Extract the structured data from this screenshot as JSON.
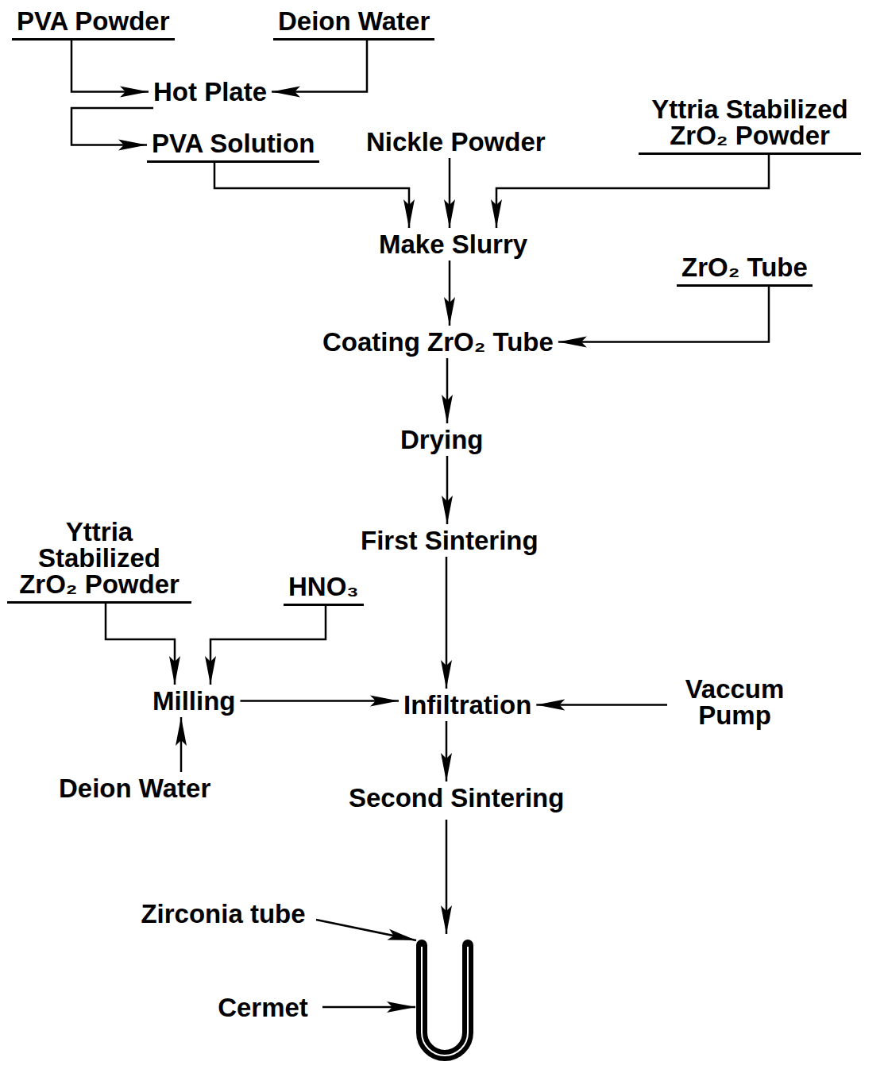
{
  "diagram": {
    "nodes": [
      {
        "text": [
          "PVA Powder"
        ]
      },
      {
        "text": [
          "Deion Water"
        ]
      },
      {
        "text": [
          "Hot Plate"
        ]
      },
      {
        "text": [
          "PVA Solution"
        ]
      },
      {
        "text": [
          "Nickle Powder"
        ]
      },
      {
        "text": [
          "Yttria Stabilized ZrO₂ Powder"
        ]
      },
      {
        "text": [
          "Make Slurry"
        ]
      },
      {
        "text": [
          "ZrO₂ Tube"
        ]
      },
      {
        "text": [
          "Coating ZrO₂ Tube"
        ]
      },
      {
        "text": [
          "Drying"
        ]
      },
      {
        "text": [
          "First Sintering"
        ]
      },
      {
        "text": [
          "Yttria Stabilized ZrO₂ Powder"
        ]
      },
      {
        "text": [
          "HNO₃"
        ]
      },
      {
        "text": [
          "Milling"
        ]
      },
      {
        "text": [
          "Deion Water"
        ]
      },
      {
        "text": [
          "Infiltration"
        ]
      },
      {
        "text": [
          "Vaccum Pump"
        ]
      },
      {
        "text": [
          "Second Sintering"
        ]
      }
    ],
    "edges": [
      {
        "from": 0,
        "to": 2,
        "arrow": "to"
      },
      {
        "from": 1,
        "to": 2,
        "arrow": "to"
      },
      {
        "from": 2,
        "to": 3,
        "arrow": "to"
      },
      {
        "from": 3,
        "to": 6,
        "arrow": "to"
      },
      {
        "from": 4,
        "to": 6,
        "arrow": "to"
      },
      {
        "from": 5,
        "to": 6,
        "arrow": "to"
      },
      {
        "from": 6,
        "to": 8,
        "arrow": "to"
      },
      {
        "from": 7,
        "to": 8,
        "arrow": "to"
      },
      {
        "from": 8,
        "to": 9,
        "arrow": "to"
      },
      {
        "from": 9,
        "to": 10,
        "arrow": "to"
      },
      {
        "from": 10,
        "to": 15,
        "arrow": "to"
      },
      {
        "from": 11,
        "to": 13,
        "arrow": "to"
      },
      {
        "from": 12,
        "to": 13,
        "arrow": "to"
      },
      {
        "from": 14,
        "to": 13,
        "arrow": "to"
      },
      {
        "from": 13,
        "to": 15,
        "arrow": "to"
      },
      {
        "from": 16,
        "to": 15,
        "arrow": "to"
      },
      {
        "from": 15,
        "to": 17,
        "arrow": "to"
      }
    ],
    "labels": [
      "Zirconia tube",
      "Cermet"
    ]
  }
}
